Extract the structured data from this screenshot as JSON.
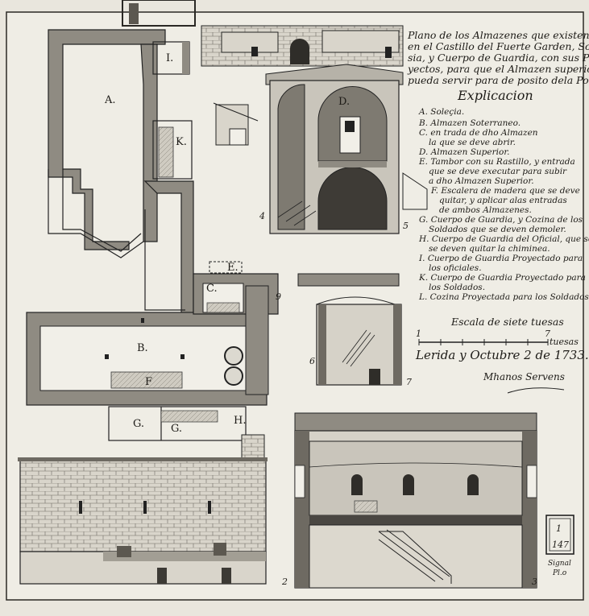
{
  "title": {
    "lines": [
      "Plano de los Almazenes que existen",
      "en el Castillo del Fuerte Garden, Sole-",
      "sia, y Cuerpo de Guardia, con sus Pro-",
      "yectos, para que el Almazen superior",
      "pueda servir para de posito dela Polvora."
    ]
  },
  "explicacion": {
    "heading": "Explicacion",
    "items": [
      "A. Soleçia.",
      "B. Almazen Soterraneo.",
      "C. en trada de dho Almazen",
      "la que se deve abrir.",
      "D. Almazen Superior.",
      "E. Tambor con su Rastillo, y entrada",
      "que se deve executar para subir",
      "a dho Almazen Superior.",
      "F. Escalera de madera que se deve",
      "quitar, y aplicar alas entradas",
      "de ambos Almazenes.",
      "G. Cuerpo de Guardia, y Cozina de los",
      "Soldados que se deven demoler.",
      "H. Cuerpo de Guardia del Oficial, que solo",
      "se deven quitar la chiminea.",
      "I. Cuerpo de Guardia Proyectado para",
      "los oficiales.",
      "K. Cuerpo de Guardia Proyectado para",
      "los Soldados.",
      "L. Cozina Proyectada para los Soldados"
    ]
  },
  "scale": {
    "label": "Escala de siete tuesas",
    "start": "1",
    "end": "7",
    "unit": "tuesas"
  },
  "date": "Lerida y Octubre 2 de 1733.",
  "signature": "Mhanos Servens",
  "stamp": {
    "top": "1",
    "bottom": "147"
  },
  "margin_note": {
    "line1": "Signal",
    "line2": "Pl.o"
  },
  "plan_labels": {
    "A": "A.",
    "I": "I.",
    "K": "K.",
    "E": "E.",
    "C": "C.",
    "B": "B.",
    "F": "F",
    "G1": "G.",
    "G2": "G.",
    "H": "H.",
    "D": "D."
  },
  "section_numbers": {
    "n2": "2",
    "n3": "3",
    "n4": "4",
    "n5": "5",
    "n6": "6",
    "n7": "7",
    "n9": "9"
  }
}
